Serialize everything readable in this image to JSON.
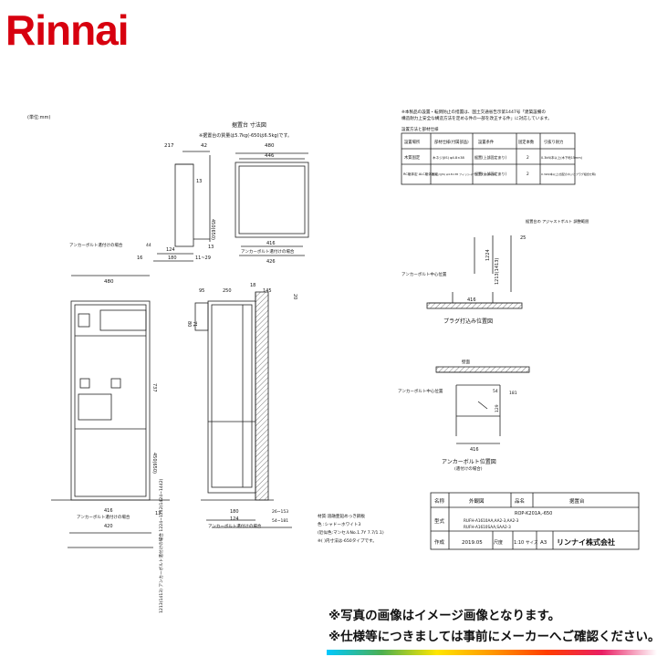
{
  "brand": {
    "logo_text": "Rinnai",
    "logo_color": "#d7000f"
  },
  "unit_note": "(単位:mm)",
  "stand": {
    "title": "据置台 寸法図",
    "mass": "※据置台の質量は5.7kg(-650は6.5kg)です。",
    "dims_top": [
      "217",
      "42",
      "480",
      "446"
    ],
    "dims_side": [
      "13",
      "450(650)",
      "13",
      "11~29"
    ],
    "dims_bottom": [
      "16",
      "180",
      "124",
      "416",
      "426"
    ],
    "anchor_left": "アンカーボルト遣付けの場合",
    "anchor_left_val": "44",
    "anchor_right": "アンカーボルト遣付けの場合"
  },
  "spec": {
    "header": "※本製品の設置・転倒防止の措置は、国土交通省告示第1447号「建築設備の構造耐力上安全な構造方法を定める件の一部を改正する件」に対応しています。",
    "table_title": "設置方法と部材仕様",
    "columns": [
      "設置場所",
      "部材仕様(付属部品)",
      "設置条件",
      "固定本数",
      "引抜り耐力"
    ],
    "rows": [
      [
        "木質固定",
        "木ネジ(JIS) φ4.8×38",
        "据置(上部固定あり)",
        "2",
        "0.3kN/本以上(木下地15mm)"
      ],
      [
        "RC躯体定 ALC躯体固定",
        "木ネジ(JIS) φ4.8×38 フィッシャープラグSX 6×30",
        "据置(上部固定あり)",
        "2",
        "0.3kN/本以上(当配のネジとプラグ組合せ時)"
      ]
    ]
  },
  "detail_plug": {
    "labels": [
      "据置台の アジャストボルト 調整範囲",
      "アンカーボルト中心位置"
    ],
    "dims": [
      "416",
      "1224",
      "1213(1413)",
      "25"
    ],
    "caption": "プラグ打込み位置図"
  },
  "detail_anchor": {
    "labels": [
      "壁面",
      "アンカーボルト中心位置"
    ],
    "dims": [
      "54",
      "129",
      "181",
      "416"
    ],
    "caption": "アンカーボルト位置図",
    "sub": "(遣付けの場合)"
  },
  "front": {
    "dims": [
      "480",
      "737",
      "450(650)",
      "13",
      "416",
      "420"
    ],
    "anchor": "アンカーボルト遣付けの場合"
  },
  "side": {
    "dims": [
      "95",
      "250",
      "18",
      "145",
      "20",
      "80",
      "71",
      "180",
      "124",
      "26~153",
      "54~181"
    ],
    "vertical": "1213(1413) アンカーボルト遣付けの場合 1224~1242(1424~1442)",
    "anchor": "アンカーボルト遣付けの場合"
  },
  "material": [
    "材質:溶融亜鉛めっき鋼板",
    "色 :シャドーホワイト3",
    "(近似色:マンセルNo.1.7Y 7.7/1.1)",
    "※( )内寸法は-650タイプです。"
  ],
  "title_block": {
    "name_label": "名称",
    "name_value": "外観図",
    "part_label": "品名",
    "part_value": "据置台",
    "model_code": "ROP-K201A,-650",
    "type_label": "型式",
    "model_1": "RUFH-A1610AA,AA2-3,AA2-3",
    "model_2": "RUFH-A1610SAA,SAA2-3",
    "made_label": "作成",
    "date": "2019.05",
    "scale_label": "尺度",
    "scale": "1:10",
    "size_label": "サイズ",
    "size": "A3",
    "company": "リンナイ株式会社"
  },
  "notes": [
    "※写真の画像はイメージ画像となります。",
    "※仕様等につきましては事前にメーカーへご確認ください。"
  ]
}
